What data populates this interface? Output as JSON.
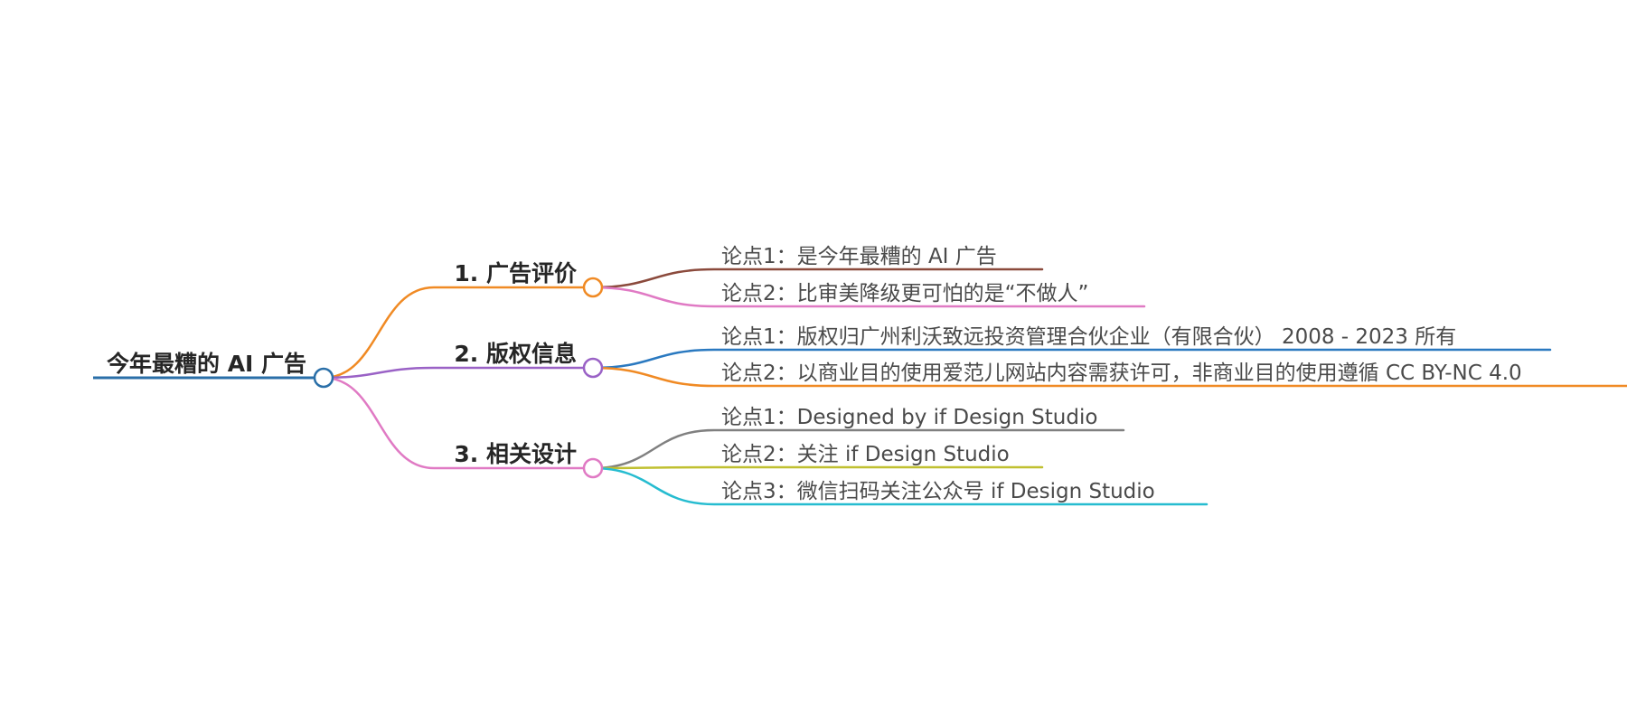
{
  "root": {
    "label": "今年最糟的 AI 广告",
    "color": "#2a6fa8"
  },
  "branches": [
    {
      "label": "1. 广告评价",
      "color": "#f08a24",
      "leaves": [
        {
          "label": "论点1：是今年最糟的 AI 广告",
          "color": "#8b4a3c"
        },
        {
          "label": "论点2：比审美降级更可怕的是“不做人”",
          "color": "#e07ac4"
        }
      ]
    },
    {
      "label": "2. 版权信息",
      "color": "#9a62c6",
      "leaves": [
        {
          "label": "论点1：版权归广州利沃致远投资管理合伙企业（有限合伙） 2008 - 2023 所有",
          "color": "#2a79c0"
        },
        {
          "label": "论点2：以商业目的使用爱范儿网站内容需获许可，非商业目的使用遵循 CC BY-NC 4.0",
          "color": "#f08a24"
        }
      ]
    },
    {
      "label": "3. 相关设计",
      "color": "#e07ac4",
      "leaves": [
        {
          "label": "论点1：Designed by if Design Studio",
          "color": "#808080"
        },
        {
          "label": "论点2：关注 if Design Studio",
          "color": "#c0c030"
        },
        {
          "label": "论点3：微信扫码关注公众号 if Design Studio",
          "color": "#26bcd0"
        }
      ]
    }
  ]
}
